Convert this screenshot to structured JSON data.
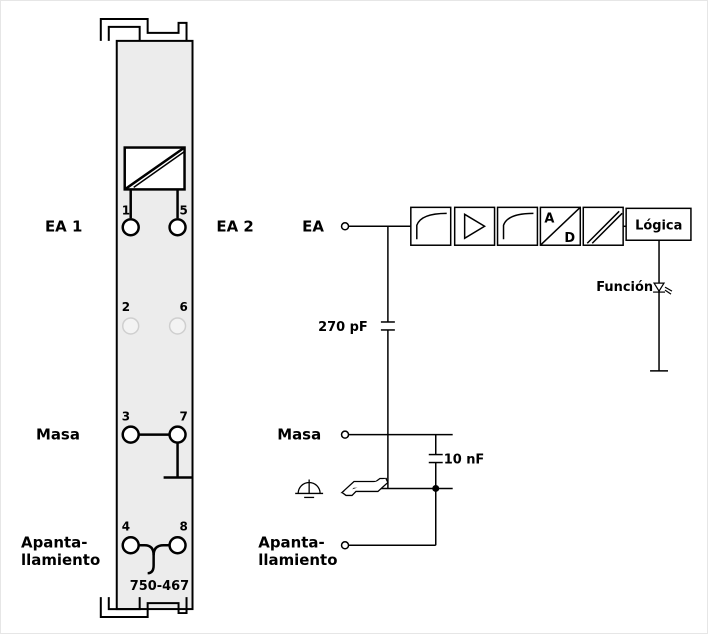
{
  "module": {
    "labels": {
      "ea1": "EA 1",
      "ea2": "EA 2",
      "masa": "Masa",
      "shield_line1": "Apanta-",
      "shield_line2": "llamiento",
      "part_number": "750-467"
    },
    "pins": [
      "1",
      "5",
      "2",
      "6",
      "3",
      "7",
      "4",
      "8"
    ]
  },
  "schematic": {
    "input_label": "EA",
    "masa_label": "Masa",
    "shield_line1": "Apanta-",
    "shield_line2": "llamiento",
    "cap1": "270 pF",
    "cap2": "10 nF",
    "block_a": "A",
    "block_d": "D",
    "logic": "Lógica",
    "function": "Función"
  },
  "colors": {
    "line": "#000000",
    "module_fill": "#ececec",
    "inactive_pin": "#d8d8d8"
  }
}
